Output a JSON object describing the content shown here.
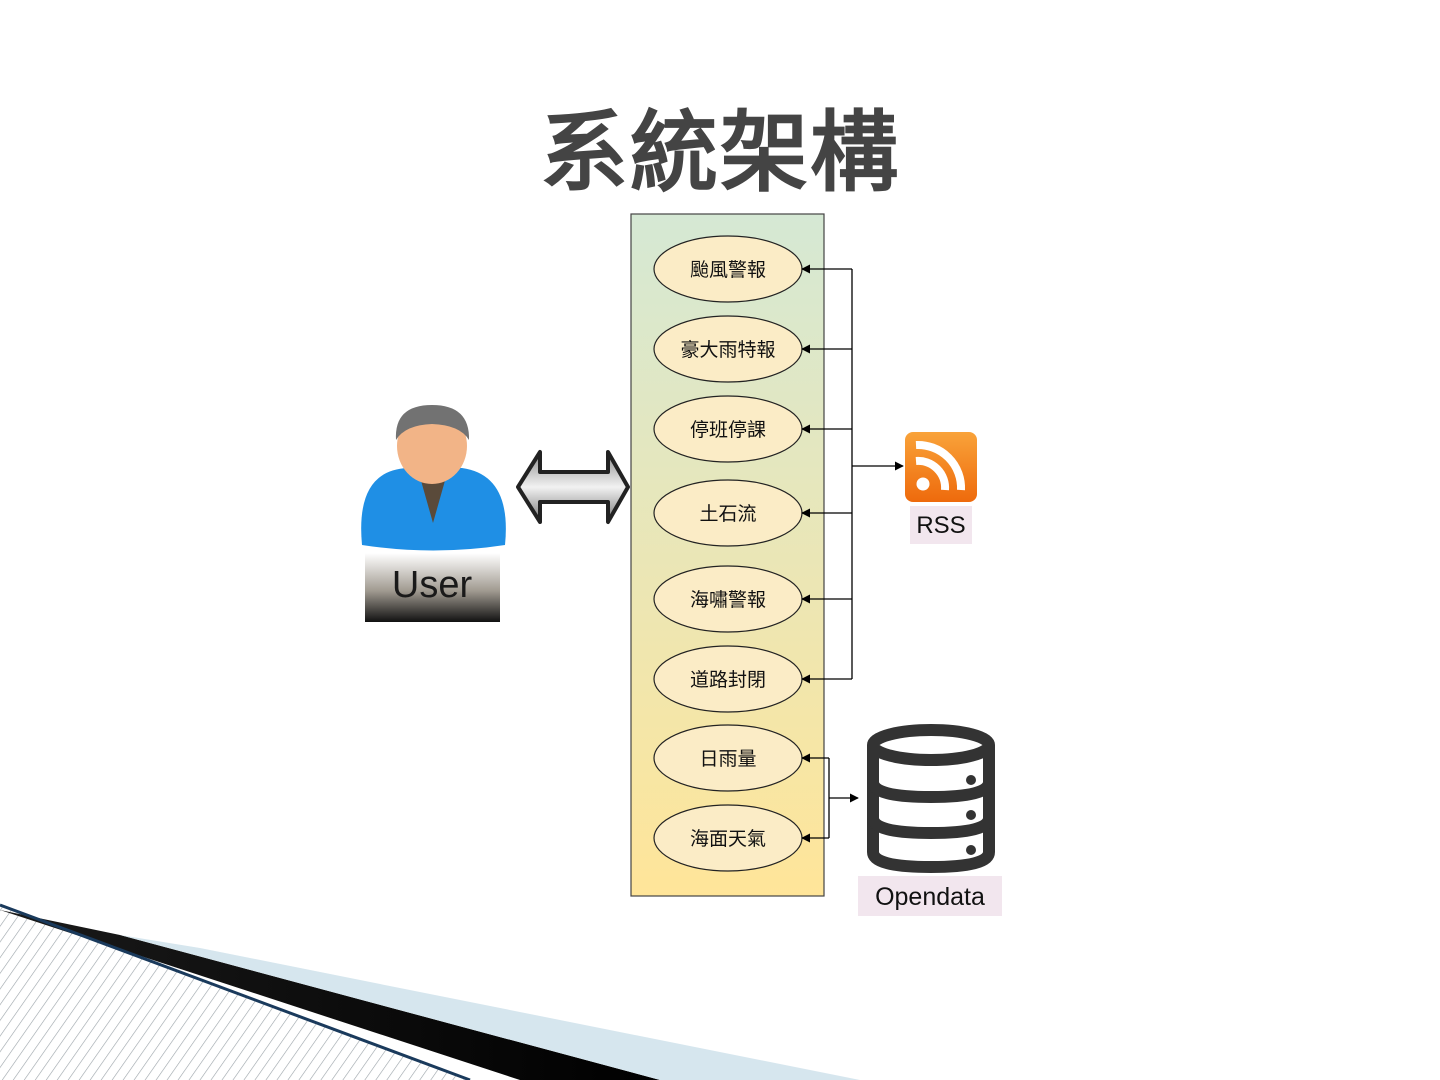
{
  "slide": {
    "title": "系統架構"
  },
  "user": {
    "label": "User"
  },
  "panel": {
    "items": [
      {
        "label": "颱風警報",
        "source": "RSS"
      },
      {
        "label": "豪大雨特報",
        "source": "RSS"
      },
      {
        "label": "停班停課",
        "source": "RSS"
      },
      {
        "label": "土石流",
        "source": "RSS"
      },
      {
        "label": "海嘯警報",
        "source": "RSS"
      },
      {
        "label": "道路封閉",
        "source": "RSS"
      },
      {
        "label": "日雨量",
        "source": "Opendata"
      },
      {
        "label": "海面天氣",
        "source": "Opendata"
      }
    ]
  },
  "sources": {
    "rss": {
      "label": "RSS",
      "icon": "rss-feed-icon"
    },
    "opendata": {
      "label": "Opendata",
      "icon": "database-icon"
    }
  },
  "colors": {
    "title": "#444444",
    "ellipse_fill": "#fbecc6",
    "panel_top": "#d5e8d4",
    "panel_bottom": "#ffe599",
    "rss_orange": "#f7931e",
    "user_shirt": "#1f8fe5"
  }
}
